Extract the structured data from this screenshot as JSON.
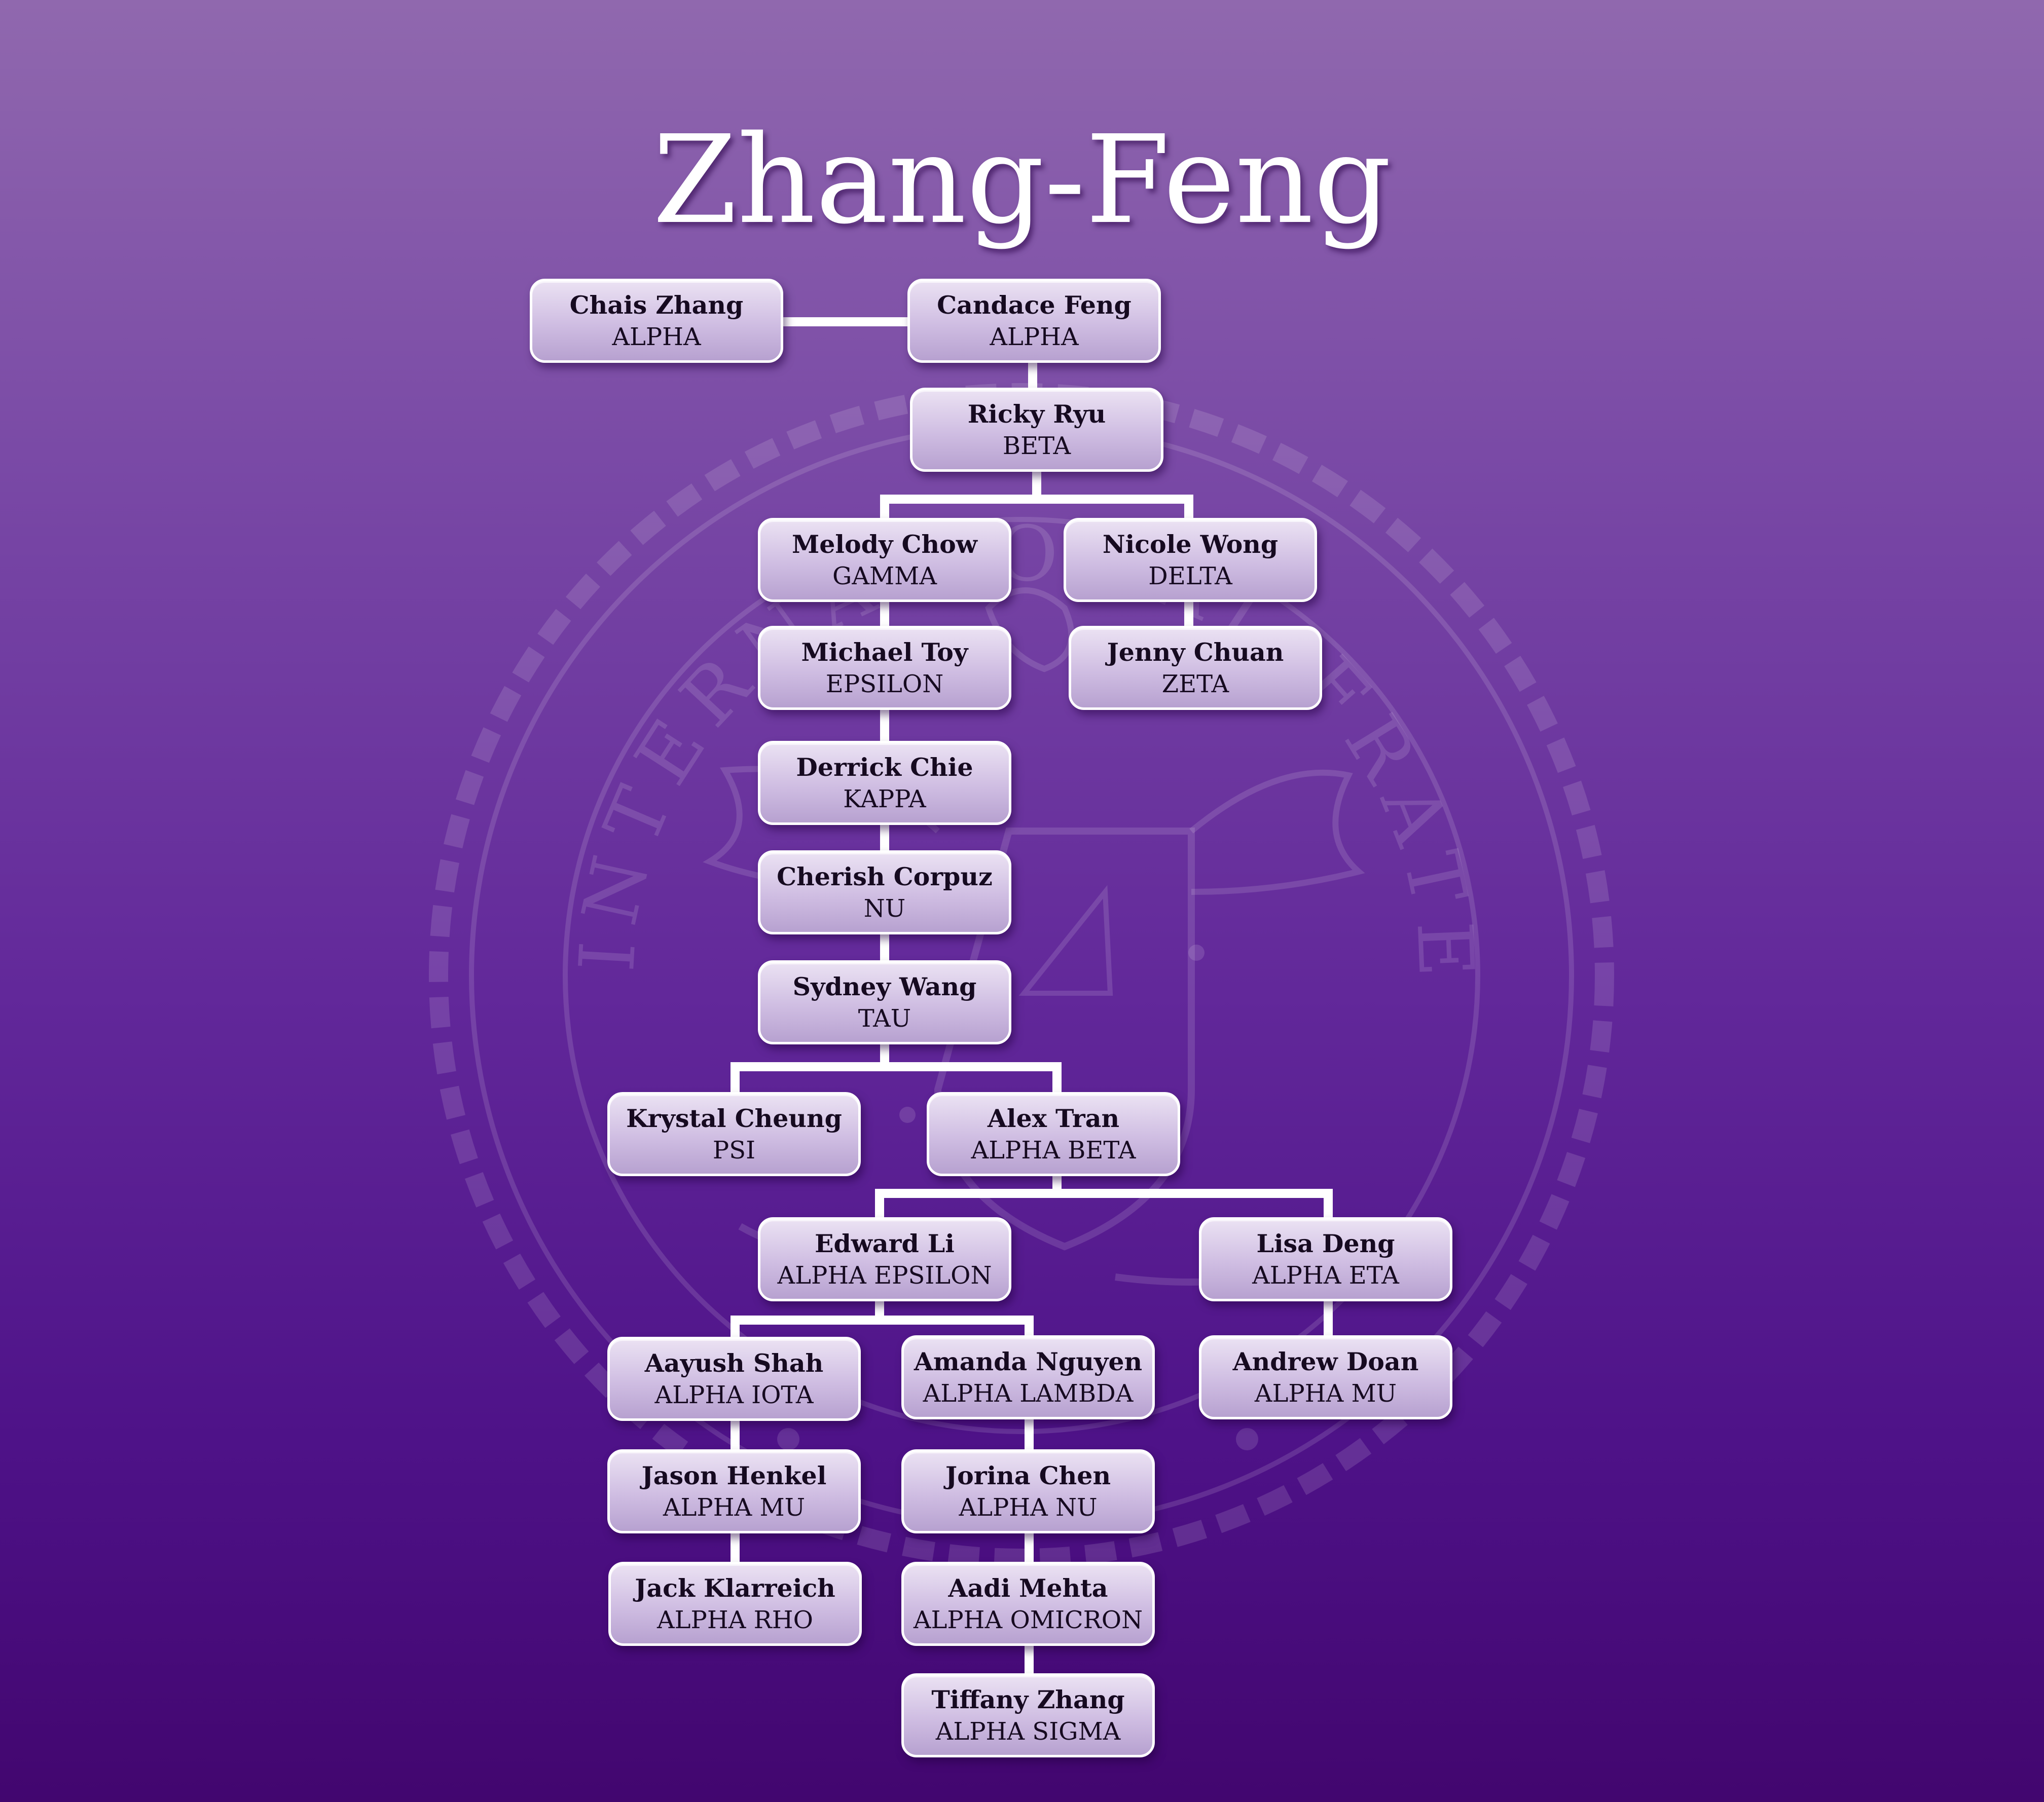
{
  "title": "Zhang-Feng",
  "seal_text": "INTERNATIONAL FRATERNITY OF DELTA SIGMA",
  "colors": {
    "background_top": "#9068ae",
    "background_bottom": "#42066f",
    "node_fill": "#d6c7e6",
    "node_border": "#ffffff",
    "connector": "#ffffff"
  },
  "nodes": {
    "chais_zhang": {
      "name": "Chais Zhang",
      "chapter": "ALPHA"
    },
    "candace_feng": {
      "name": "Candace Feng",
      "chapter": "ALPHA"
    },
    "ricky_ryu": {
      "name": "Ricky Ryu",
      "chapter": "BETA"
    },
    "melody_chow": {
      "name": "Melody Chow",
      "chapter": "GAMMA"
    },
    "nicole_wong": {
      "name": "Nicole Wong",
      "chapter": "DELTA"
    },
    "michael_toy": {
      "name": "Michael Toy",
      "chapter": "EPSILON"
    },
    "jenny_chuan": {
      "name": "Jenny Chuan",
      "chapter": "ZETA"
    },
    "derrick_chie": {
      "name": "Derrick Chie",
      "chapter": "KAPPA"
    },
    "cherish_corpuz": {
      "name": "Cherish Corpuz",
      "chapter": "NU"
    },
    "sydney_wang": {
      "name": "Sydney Wang",
      "chapter": "TAU"
    },
    "krystal_cheung": {
      "name": "Krystal Cheung",
      "chapter": "PSI"
    },
    "alex_tran": {
      "name": "Alex Tran",
      "chapter": "ALPHA BETA"
    },
    "edward_li": {
      "name": "Edward Li",
      "chapter": "ALPHA EPSILON"
    },
    "lisa_deng": {
      "name": "Lisa Deng",
      "chapter": "ALPHA ETA"
    },
    "aayush_shah": {
      "name": "Aayush Shah",
      "chapter": "ALPHA IOTA"
    },
    "amanda_nguyen": {
      "name": "Amanda Nguyen",
      "chapter": "ALPHA LAMBDA"
    },
    "andrew_doan": {
      "name": "Andrew Doan",
      "chapter": "ALPHA MU"
    },
    "jason_henkel": {
      "name": "Jason Henkel",
      "chapter": "ALPHA MU"
    },
    "jorina_chen": {
      "name": "Jorina Chen",
      "chapter": "ALPHA NU"
    },
    "jack_klarreich": {
      "name": "Jack Klarreich",
      "chapter": "ALPHA RHO"
    },
    "aadi_mehta": {
      "name": "Aadi Mehta",
      "chapter": "ALPHA OMICRON"
    },
    "tiffany_zhang": {
      "name": "Tiffany Zhang",
      "chapter": "ALPHA SIGMA"
    }
  }
}
